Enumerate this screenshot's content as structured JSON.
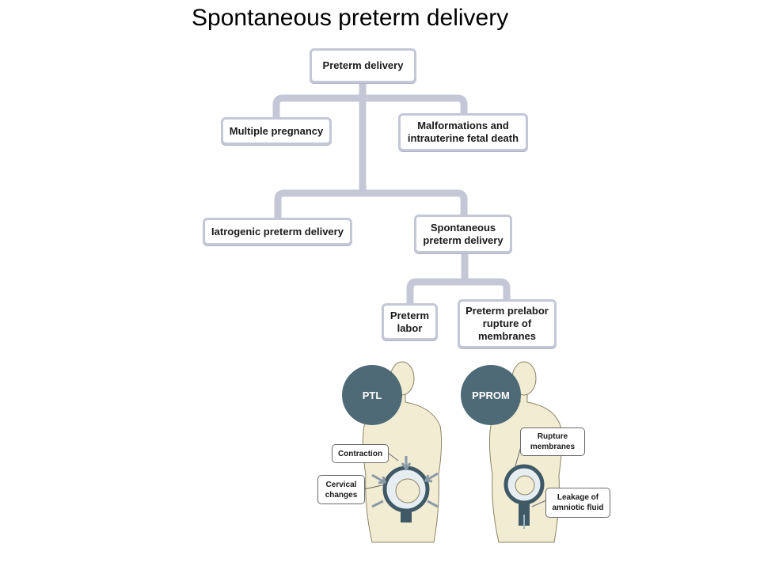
{
  "title": "Spontaneous preterm delivery",
  "nodes": {
    "root": "Preterm delivery",
    "multiple": "Multiple pregnancy",
    "malformations_1": "Malformations and",
    "malformations_2": "intrauterine fetal death",
    "iatrogenic": "Iatrogenic preterm delivery",
    "spontaneous_1": "Spontaneous",
    "spontaneous_2": "preterm delivery",
    "labor_1": "Preterm",
    "labor_2": "labor",
    "prom_1": "Preterm prelabor",
    "prom_2": "rupture of",
    "prom_3": "membranes"
  },
  "illustration": {
    "ptl_badge": "PTL",
    "pprom_badge": "PPROM",
    "contraction": "Contraction",
    "cervical_1": "Cervical",
    "cervical_2": "changes",
    "rupture_1": "Rupture",
    "rupture_2": "membranes",
    "leakage_1": "Leakage of",
    "leakage_2": "amniotic fluid"
  },
  "colors": {
    "connector": "#c4c8d6",
    "badge": "#4d6a76",
    "skin": "#f2ecd2",
    "skin_outline": "#8a8468"
  }
}
